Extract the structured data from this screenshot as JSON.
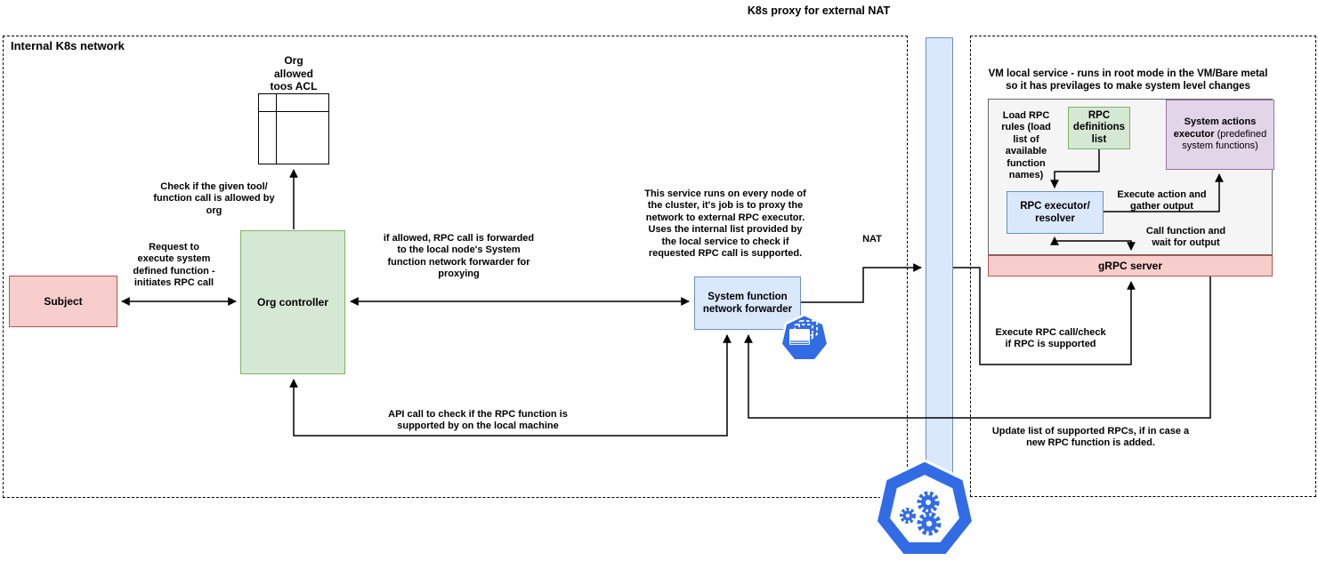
{
  "title": "K8s proxy for external NAT",
  "regions": {
    "internal": {
      "label": "Internal K8s network"
    },
    "vm": {
      "label": "VM local service - runs in root mode in the VM/Bare metal\nso it has previlages to make system level changes"
    }
  },
  "nodes": {
    "subject": {
      "label": "Subject"
    },
    "org_controller": {
      "label": "Org controller"
    },
    "acl_table": {
      "title": "Org\nallowed\ntoos ACL"
    },
    "forwarder": {
      "label": "System function\nnetwork forwarder"
    },
    "rpc_definitions": {
      "label": "RPC\ndefinitions\nlist"
    },
    "system_actions": {
      "label_bold": "System actions executor",
      "label_rest": " (predefined system functions)"
    },
    "rpc_executor": {
      "label": "RPC executor/\nresolver"
    },
    "grpc_server": {
      "label": "gRPC server"
    }
  },
  "annotations": {
    "check_tool": "Check if the given tool/\nfunction call is allowed by\norg",
    "request": "Request to\nexecute system\ndefined function -\ninitiates RPC call",
    "if_allowed": "if allowed, RPC call is forwarded\nto the local node's System\nfunction network forwarder for\nproxying",
    "service_desc": "This service runs on every node of\nthe cluster, it's job is to proxy the\nnetwork to external RPC executor.\nUses the internal list provided by\nthe local service to check if\nrequested RPC call is supported.",
    "nat": "NAT",
    "api_call": "API call to check if the RPC function is\nsupported by on the local machine",
    "execute_rpc": "Execute RPC call/check\nif RPC is supported",
    "update_list": "Update list of supported RPCs, if in case a\nnew RPC function is added.",
    "load_rules": "Load RPC\nrules (load\nlist of\navailable\nfunction\nnames)",
    "execute_action": "Execute action and\ngather output",
    "call_function": "Call function and\nwait for output"
  },
  "icons": {
    "pods": "k8s-pods-icon",
    "logo": "k8s-logo-icon"
  },
  "colors": {
    "red_fill": "#f8cecc",
    "red_border": "#b85450",
    "green_fill": "#d5e8d4",
    "green_border": "#82b366",
    "blue_fill": "#dae8fc",
    "blue_border": "#6c8ebf",
    "purple_fill": "#e1d5e7",
    "purple_border": "#9673a6",
    "gray_fill": "#f5f5f5",
    "gray_border": "#666666",
    "k8s_blue": "#326ce5"
  }
}
